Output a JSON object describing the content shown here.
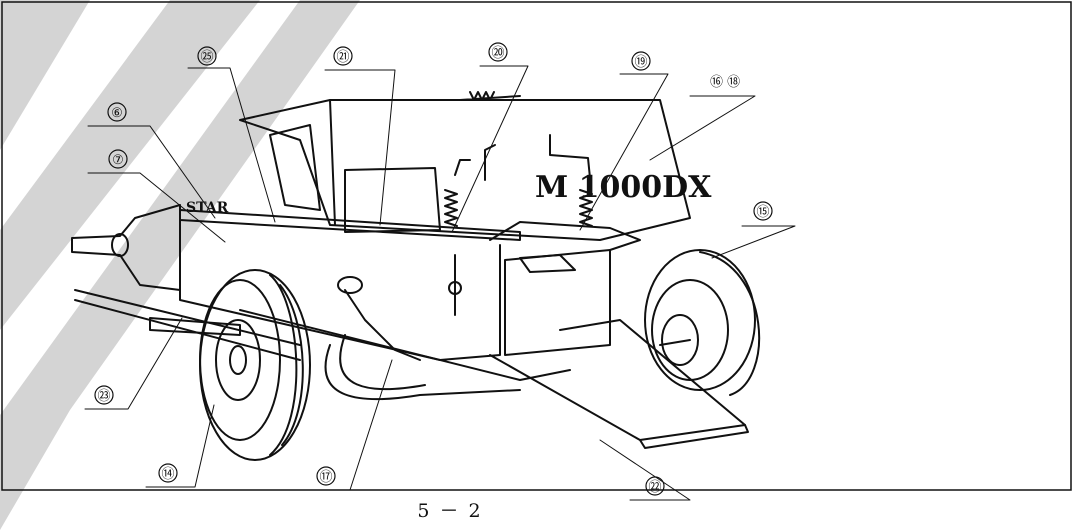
{
  "figure": {
    "caption": "5 － 2",
    "brand_text": "STAR",
    "model_text": "M 1000DX",
    "colors": {
      "ink": "#111111",
      "watermark": "#d4d4d4",
      "background": "#ffffff"
    }
  },
  "callouts": [
    {
      "id": "25",
      "label": "㉕"
    },
    {
      "id": "21",
      "label": "㉑"
    },
    {
      "id": "20",
      "label": "⑳"
    },
    {
      "id": "19",
      "label": "⑲"
    },
    {
      "id": "16-18",
      "label": "⑯ ⑱"
    },
    {
      "id": "6",
      "label": "⑥"
    },
    {
      "id": "7",
      "label": "⑦"
    },
    {
      "id": "15",
      "label": "⑮"
    },
    {
      "id": "23",
      "label": "㉓"
    },
    {
      "id": "14",
      "label": "⑭"
    },
    {
      "id": "17",
      "label": "⑰"
    },
    {
      "id": "22",
      "label": "㉒"
    }
  ]
}
